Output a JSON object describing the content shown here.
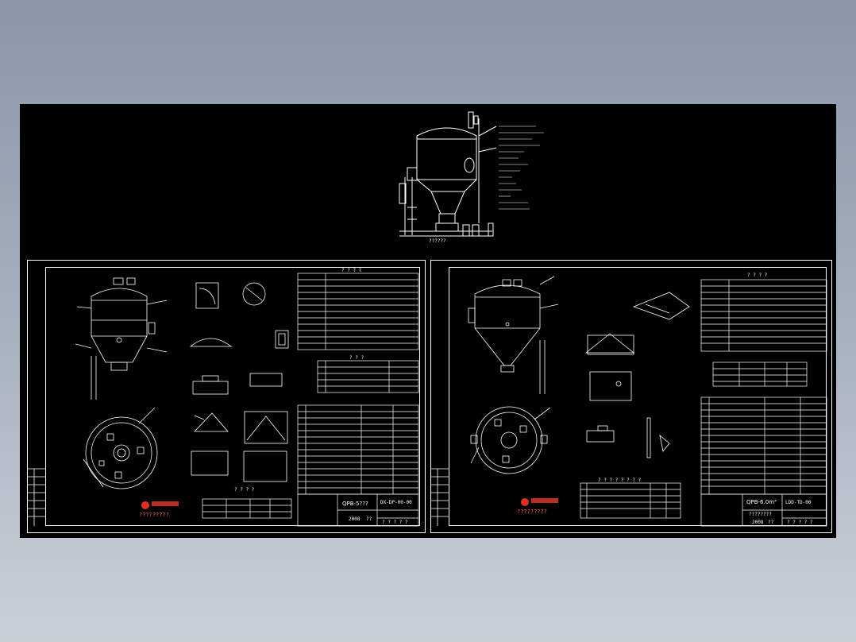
{
  "colors": {
    "background_top": "#8a97a8",
    "viewport": "#000000",
    "lines": "#ffffff",
    "accent": "#ff4040"
  },
  "top_drawing": {
    "caption": "??????"
  },
  "left_sheet": {
    "section_marks": [
      "? ? ? ?",
      "? ? ?",
      "? ? ? ?"
    ],
    "title_main": "QPB-5???",
    "drawing_no": "DX-DP-00-00",
    "year": "2008",
    "year_suffix": "??",
    "sheet_marks": "? ? ? ? ?",
    "logo_caption": "?????????"
  },
  "right_sheet": {
    "section_marks": [
      "? ? ? ?",
      "? ? ? ? ? ? ? ?"
    ],
    "title_main": "QPB-6.0m³",
    "drawing_no": "LDD-TD-00",
    "sub_title": "????????",
    "year": "2008",
    "year_suffix": "??",
    "sheet_marks": "? ? ? ? ?",
    "logo_caption": "?????????"
  }
}
